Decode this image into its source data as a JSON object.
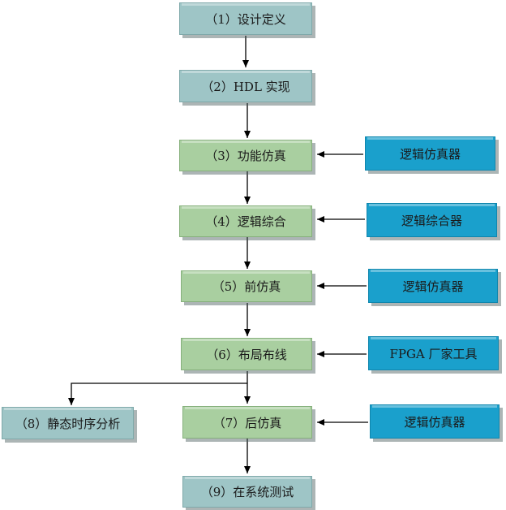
{
  "steps": {
    "s1": "（1）设计定义",
    "s2": "（2）HDL 实现",
    "s3": "（3）功能仿真",
    "s4": "（4）逻辑综合",
    "s5": "（5）前仿真",
    "s6": "（6）布局布线",
    "s7": "（7）后仿真",
    "s8": "（8）静态时序分析",
    "s9": "（9）在系统测试"
  },
  "tools": {
    "t3": "逻辑仿真器",
    "t4": "逻辑综合器",
    "t5": "逻辑仿真器",
    "t6": "FPGA 厂家工具",
    "t7": "逻辑仿真器"
  },
  "colors": {
    "stage_early": "#9ec5c6",
    "stage_main": "#a9cfa0",
    "tool": "#1aa0cc",
    "arrow": "#000000"
  }
}
